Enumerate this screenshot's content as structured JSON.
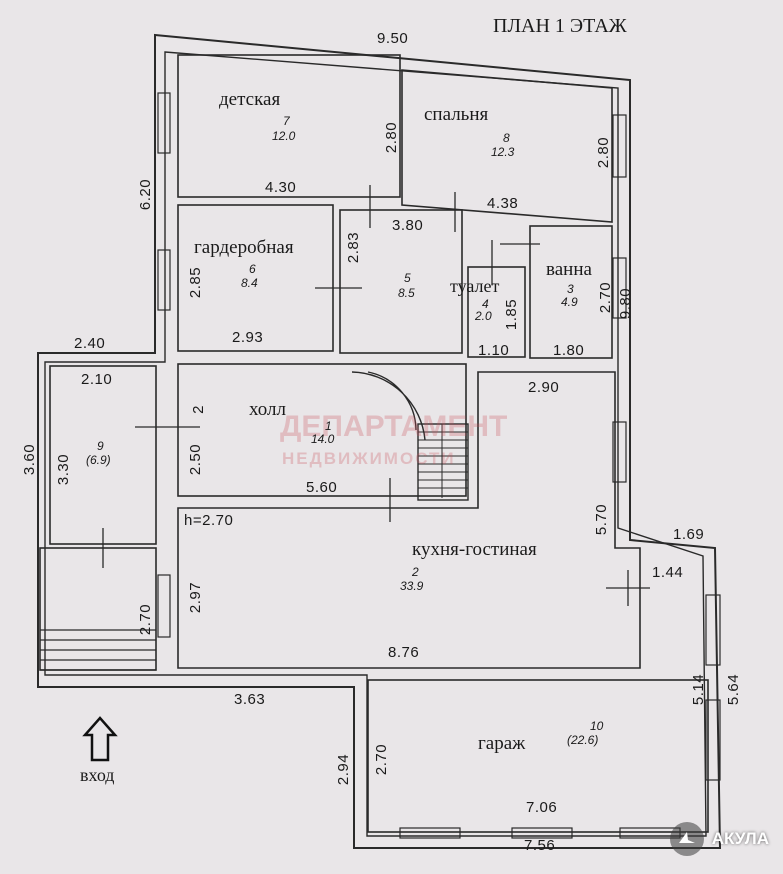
{
  "title": "ПЛАН 1 ЭТАЖ",
  "entrance_label": "вход",
  "logo_text": "АКУЛА",
  "watermark": {
    "line1": "ДЕПАРТАМЕНТ",
    "line2": "НЕДВИЖИМОСТИ"
  },
  "ceiling_height": "h=2.70",
  "rooms": {
    "detskaya": {
      "name": "детская",
      "num": "7",
      "area": "12.0"
    },
    "spalnya": {
      "name": "спальня",
      "num": "8",
      "area": "12.3"
    },
    "garderob": {
      "name": "гардеробная",
      "num": "6",
      "area": "8.4"
    },
    "koridor": {
      "name": "",
      "num": "5",
      "area": "8.5"
    },
    "tualet": {
      "name": "туалет",
      "num": "4",
      "area": "2.0"
    },
    "vanna": {
      "name": "ванна",
      "num": "3",
      "area": "4.9"
    },
    "holl": {
      "name": "холл",
      "num": "1",
      "area": "14.0"
    },
    "tambur": {
      "name": "",
      "num": "9",
      "area": "(6.9)"
    },
    "kuhnya": {
      "name": "кухня-гостиная",
      "num": "2",
      "area": "33.9"
    },
    "garazh": {
      "name": "гараж",
      "num": "10",
      "area": "(22.6)"
    }
  },
  "dims": {
    "top_950": "9.50",
    "top_430": "4.30",
    "top_438": "4.38",
    "mid_380": "3.80",
    "left_620": "6.20",
    "h_280a": "2.80",
    "h_280b": "2.80",
    "h_283": "2.83",
    "h_285": "2.85",
    "h_185": "1.85",
    "h_270v": "2.70",
    "h_980": "9.80",
    "w_293": "2.93",
    "w_110": "1.10",
    "w_180": "1.80",
    "w_240": "2.40",
    "w_210": "2.10",
    "w_290": "2.90",
    "h_330": "3.30",
    "h_360": "3.60",
    "h_250": "2.50",
    "h_2": "2",
    "w_560": "5.60",
    "h_570": "5.70",
    "w_169": "1.69",
    "w_144": "1.44",
    "h_297": "2.97",
    "h_270b": "2.70",
    "w_876": "8.76",
    "w_363": "3.63",
    "h_514": "5.14",
    "h_564": "5.64",
    "h_294": "2.94",
    "h_270c": "2.70",
    "w_706": "7.06",
    "w_756": "7.56"
  }
}
